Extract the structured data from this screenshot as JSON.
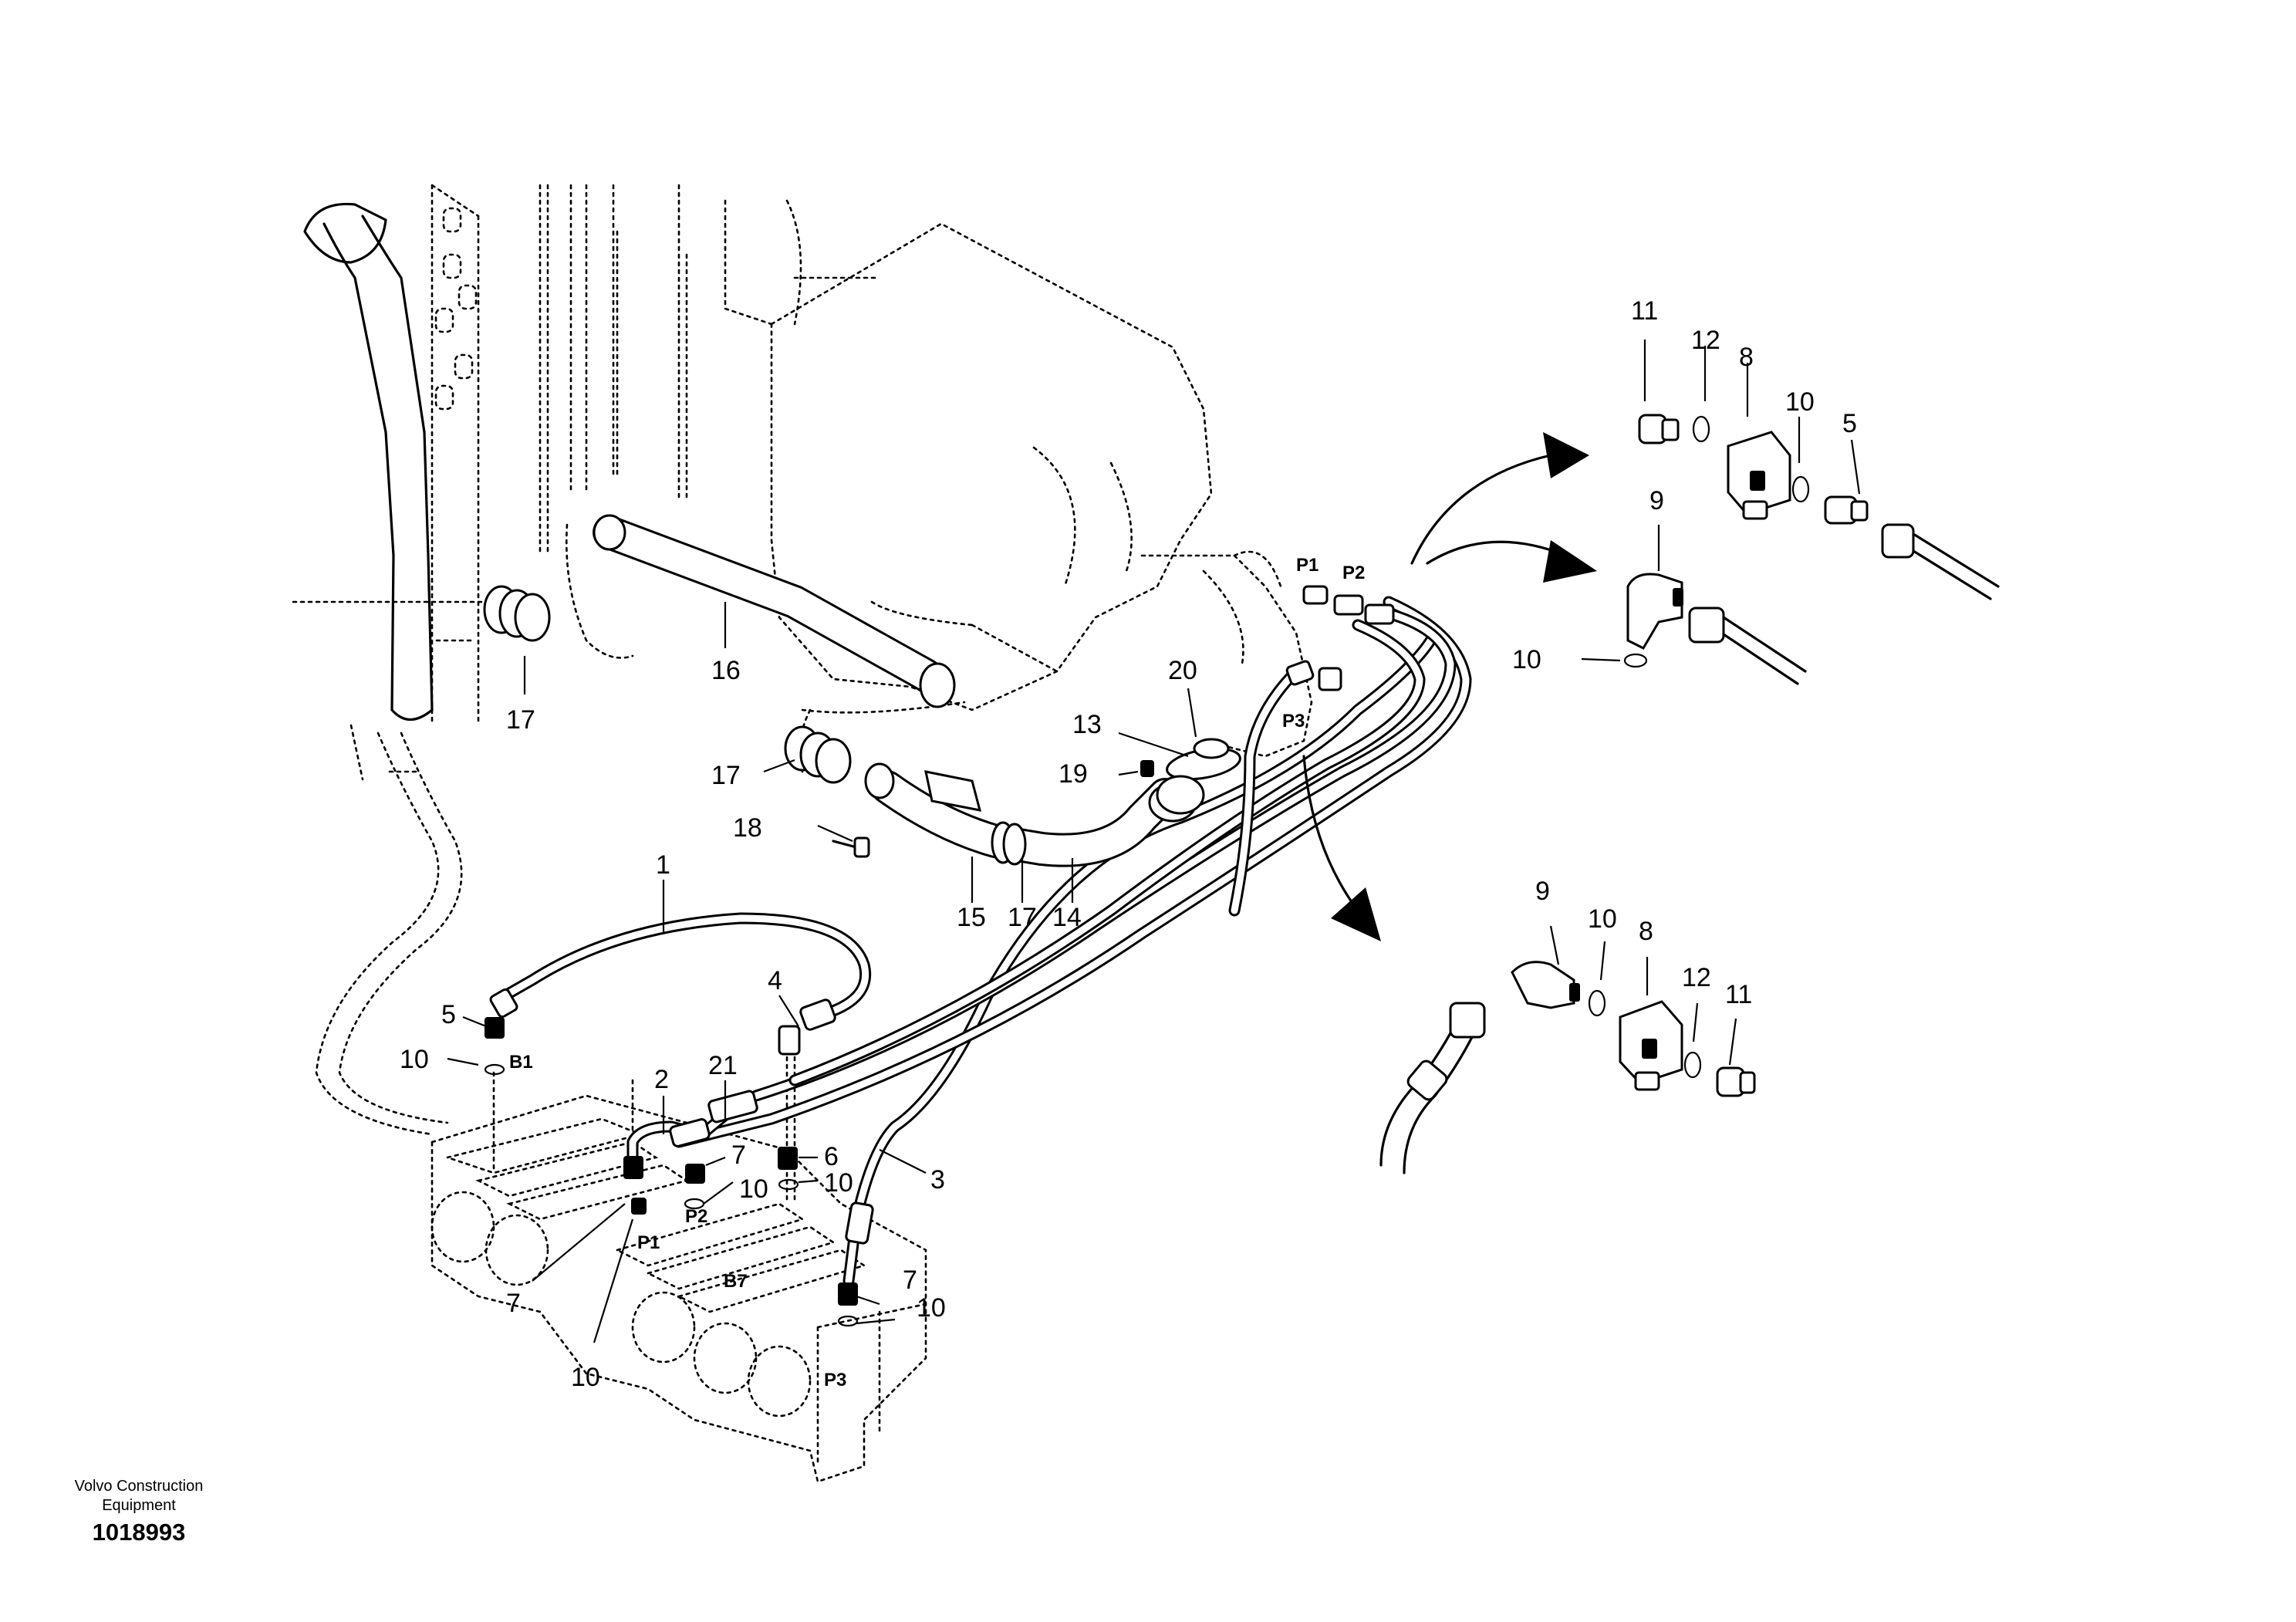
{
  "footer": {
    "brand_line1": "Volvo Construction",
    "brand_line2": "Equipment",
    "drawing_number": "1018993"
  },
  "callouts": {
    "c1": "1",
    "c2": "2",
    "c3": "3",
    "c4": "4",
    "c5": "5",
    "c6": "6",
    "c7a": "7",
    "c7b": "7",
    "c7c": "7",
    "c10a": "10",
    "c10b": "10",
    "c10c": "10",
    "c10d": "10",
    "c10e": "10",
    "c13": "13",
    "c14": "14",
    "c15": "15",
    "c16": "16",
    "c17a": "17",
    "c17b": "17",
    "c17c": "17",
    "c18": "18",
    "c19": "19",
    "c20": "20",
    "c21": "21"
  },
  "ports": {
    "b1": "B1",
    "b7": "B7",
    "p1_valve": "P1",
    "p2_valve": "P2",
    "p3_valve": "P3",
    "p1_pump": "P1",
    "p2_pump": "P2",
    "p3_pump": "P3"
  },
  "detail_top": {
    "c11": "11",
    "c12": "12",
    "c8": "8",
    "c10": "10",
    "c5": "5"
  },
  "detail_mid": {
    "c9": "9",
    "c10": "10"
  },
  "detail_bottom": {
    "c9": "9",
    "c10": "10",
    "c8": "8",
    "c12": "12",
    "c11": "11"
  }
}
